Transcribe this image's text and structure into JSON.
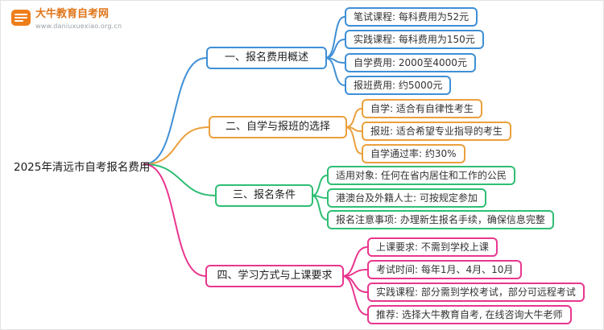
{
  "page": {
    "background": "#FFFFFF"
  },
  "logo": {
    "name": "大牛教育自考网",
    "url": "www.daniuxuexiao.org.cn",
    "color": "#E0761A",
    "icon": "book-icon"
  },
  "root": {
    "label": "2025年清远市自考报名费用",
    "color": "#1B1B1B"
  },
  "branches": [
    {
      "label": "一、报名费用概述",
      "color": "#3F8FD6",
      "children": [
        {
          "label": "笔试课程: 每科费用为52元"
        },
        {
          "label": "实践课程: 每科费用为150元"
        },
        {
          "label": "自学费用: 2000至4000元"
        },
        {
          "label": "报班费用: 约5000元"
        }
      ]
    },
    {
      "label": "二、自学与报班的选择",
      "color": "#EBA03C",
      "children": [
        {
          "label": "自学: 适合有自律性考生"
        },
        {
          "label": "报班: 适合希望专业指导的考生"
        },
        {
          "label": "自学通过率: 约30%"
        }
      ]
    },
    {
      "label": "三、报名条件",
      "color": "#2FBE74",
      "children": [
        {
          "label": "适用对象: 任何在省内居住和工作的公民"
        },
        {
          "label": "港澳台及外籍人士: 可按规定参加"
        },
        {
          "label": "报名注意事项: 办理新生报名手续，确保信息完整"
        }
      ]
    },
    {
      "label": "四、学习方式与上课要求",
      "color": "#E8368F",
      "children": [
        {
          "label": "上课要求: 不需到学校上课"
        },
        {
          "label": "考试时间: 每年1月、4月、10月"
        },
        {
          "label": "实践课程: 部分需到学校考试，部分可远程考试"
        },
        {
          "label": "推荐: 选择大牛教育自考, 在线咨询大牛老师"
        }
      ]
    }
  ]
}
